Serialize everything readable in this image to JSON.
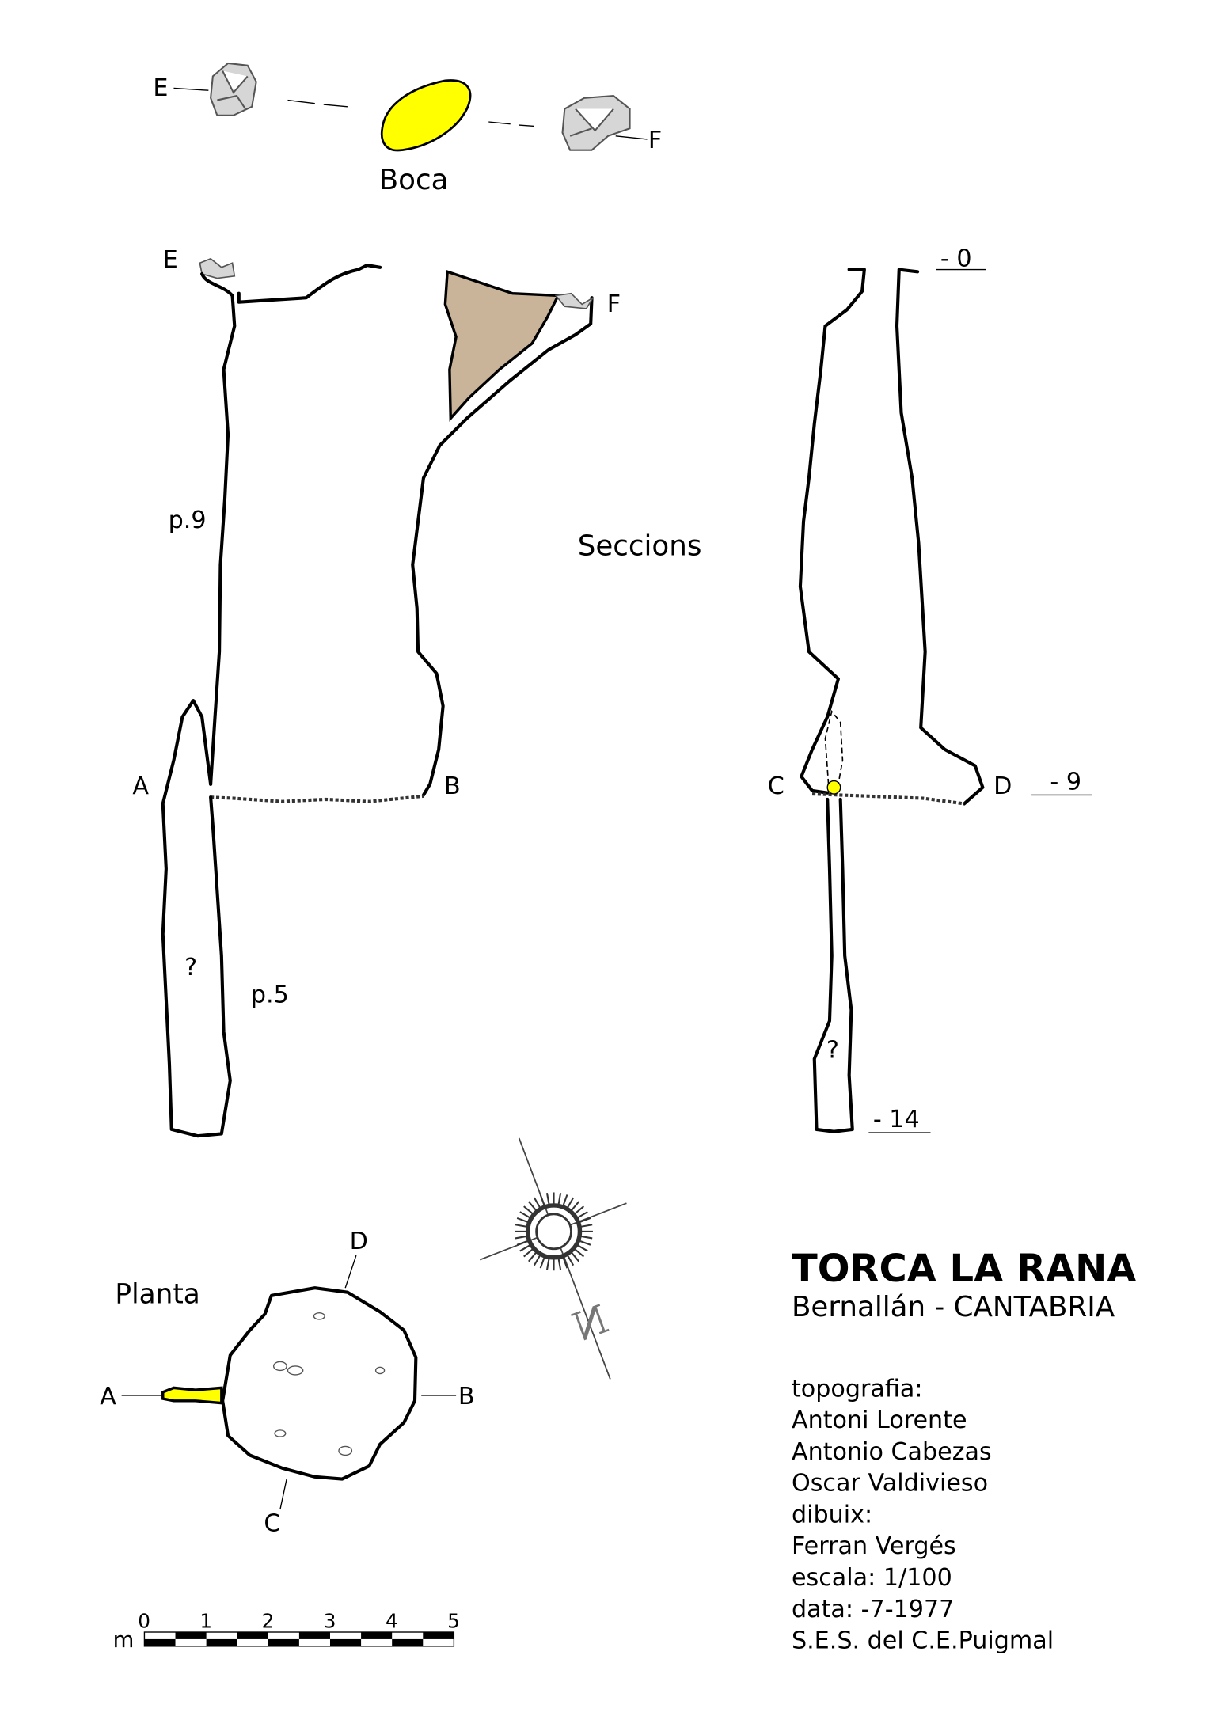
{
  "boca": {
    "title": "Boca",
    "label_e": "E",
    "label_f": "F"
  },
  "seccions": {
    "title": "Seccions",
    "label_e": "E",
    "label_f": "F",
    "label_a": "A",
    "label_b": "B",
    "label_c": "C",
    "label_d": "D",
    "pitch_upper": "p.9",
    "pitch_lower": "p.5",
    "unknown_left": "?",
    "unknown_right": "?",
    "depth_0": "- 0",
    "depth_9": "- 9",
    "depth_14": "- 14"
  },
  "planta": {
    "title": "Planta",
    "label_a": "A",
    "label_b": "B",
    "label_c": "C",
    "label_d": "D"
  },
  "compass": {
    "label": "N"
  },
  "scale_bar": {
    "unit": "m",
    "ticks": [
      "0",
      "1",
      "2",
      "3",
      "4",
      "5"
    ]
  },
  "title_block": {
    "title": "TORCA LA RANA",
    "subtitle": "Bernallán - CANTABRIA",
    "lines": [
      "topografia:",
      "Antoni Lorente",
      "Antonio Cabezas",
      "Oscar Valdivieso",
      "dibuix:",
      "Ferran Vergés",
      "escala: 1/100",
      "data:  -7-1977",
      "S.E.S. del C.E.Puigmal"
    ]
  },
  "colors": {
    "entrance": "#ffff00",
    "sediment": "#c9b49a",
    "rock": "#d6d6d6"
  }
}
